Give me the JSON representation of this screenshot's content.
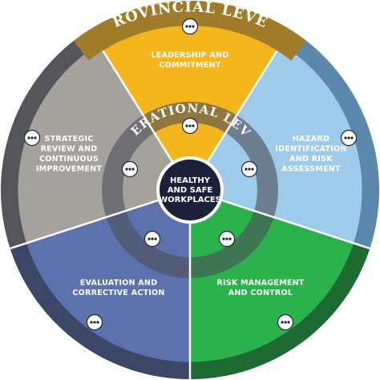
{
  "title_outer": "PROVINCIAL LEVEL",
  "title_inner": "OPERATIONAL LEVEL",
  "center_lines": [
    "HEALTHY",
    "AND SAFE",
    "WORKPLACES"
  ],
  "segments": [
    {
      "key": "leadership",
      "lines": [
        "LEADERSHIP AND",
        "COMMITMENT"
      ],
      "color": "#f5b51c",
      "outer_color": "#a4792a"
    },
    {
      "key": "hazard",
      "lines": [
        "HAZARD",
        "IDENTIFICATION",
        "AND RISK",
        "ASSESSMENT"
      ],
      "color": "#9ecbea",
      "outer_color": "#5d88ad"
    },
    {
      "key": "risk-management",
      "lines": [
        "RISK MANAGEMENT",
        "AND CONTROL"
      ],
      "color": "#2bb24c",
      "outer_color": "#1e6a33"
    },
    {
      "key": "evaluation",
      "lines": [
        "EVALUATION AND",
        "CORRECTIVE ACTION"
      ],
      "color": "#5d71ad",
      "outer_color": "#3c4667"
    },
    {
      "key": "strategic-review",
      "lines": [
        "STRATEGIC",
        "REVIEW AND",
        "CONTINUOUS",
        "IMPROVEMENT"
      ],
      "color": "#a5a19d",
      "outer_color": "#55565c"
    }
  ],
  "more_button_symbol": "•••",
  "colors": {
    "provincial_band": "#a07b2a",
    "operational_band": "#7b7c80",
    "center": "#1a2138",
    "divider": "#ffffff"
  }
}
